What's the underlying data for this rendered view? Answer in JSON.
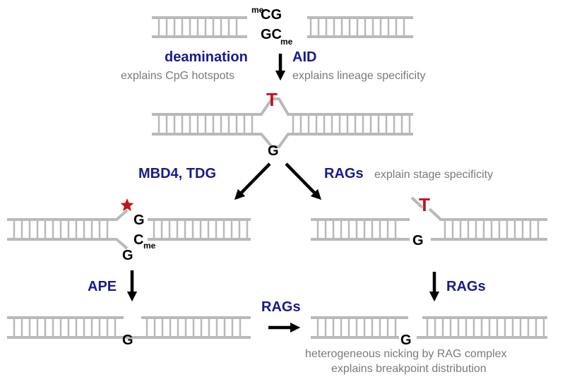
{
  "labels": {
    "deamination": "deamination",
    "aid": "AID",
    "cpg_note": "explains CpG hotspots",
    "lineage_note": "explains lineage specificity",
    "mbd4_tdg": "MBD4, TDG",
    "rags_top": "RAGs",
    "stage_note": "explain stage specificity",
    "ape": "APE",
    "rags_right": "RAGs",
    "rags_bottom": "RAGs",
    "nicking_note_1": "heterogeneous nicking by RAG complex",
    "nicking_note_2": "explains breakpoint distribution"
  },
  "bases": {
    "top_me": "me",
    "top_cg": "CG",
    "top_gc": "GC",
    "top_me2": "me",
    "mismatch_t": "T",
    "mismatch_g": "G",
    "left_g_top": "G",
    "left_c": "C",
    "left_me": "me",
    "left_g_bottom": "G",
    "right_t": "T",
    "right_g": "G",
    "bottom_left_g": "G",
    "bottom_right_g": "G"
  },
  "colors": {
    "label_blue": "#1a1a8c",
    "note_gray": "#7a7a7a",
    "mismatch_red": "#c0141c",
    "dna_gray": "#b9b9b9"
  },
  "icons": {
    "abasic_site": "red-star-icon"
  }
}
